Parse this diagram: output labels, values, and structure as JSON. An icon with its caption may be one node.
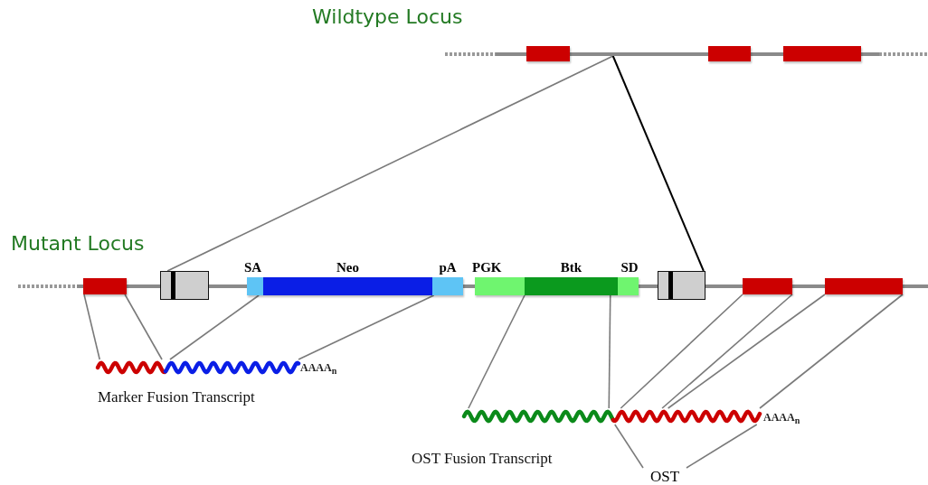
{
  "diagram": {
    "nodes": [
      {
        "text": [],
        "shape": "bar"
      },
      {
        "text": [],
        "shape": "box"
      },
      {
        "text": [],
        "shape": "box"
      },
      {
        "text": [],
        "shape": "box"
      },
      {
        "text": [],
        "shape": "box"
      },
      {
        "text": [],
        "shape": "box"
      },
      {
        "text": [
          "SA"
        ]
      },
      {
        "text": [
          "Neo"
        ]
      },
      {
        "text": [
          "pA"
        ]
      },
      {
        "text": [
          "PGK"
        ]
      },
      {
        "text": [
          "Btk"
        ]
      },
      {
        "text": [
          "SD"
        ]
      },
      {
        "text": [],
        "shape": "box"
      },
      {
        "text": [],
        "shape": "box"
      },
      {
        "text": [],
        "shape": "box"
      },
      {
        "text": [],
        "shape": "wave",
        "beside": [
          "AAAA$_{n}$",
          "Marker Fusion Transcript"
        ]
      },
      {
        "text": [],
        "shape": "wave",
        "beside": [
          "AAAA$_{n}$",
          "OST Fusion Transcript"
        ]
      },
      {
        "text": [
          "OST"
        ]
      }
    ],
    "edges": [
      {
        "from": 0,
        "to": 5,
        "arrow": "none"
      },
      {
        "from": 0,
        "to": 12,
        "arrow": "none",
        "color": "#000000"
      },
      {
        "from": 4,
        "to": 15,
        "arrow": "none"
      },
      {
        "from": 4,
        "to": 15,
        "arrow": "none"
      },
      {
        "from": 6,
        "to": 15,
        "arrow": "none"
      },
      {
        "from": 8,
        "to": 15,
        "arrow": "none"
      },
      {
        "from": 9,
        "to": 16,
        "arrow": "none"
      },
      {
        "from": 10,
        "to": 16,
        "arrow": "none"
      },
      {
        "from": 13,
        "to": 16,
        "arrow": "none"
      },
      {
        "from": 13,
        "to": 16,
        "arrow": "none"
      },
      {
        "from": 14,
        "to": 16,
        "arrow": "none"
      },
      {
        "from": 14,
        "to": 16,
        "arrow": "none"
      },
      {
        "from": 17,
        "to": 16,
        "arrow": "none"
      },
      {
        "from": 17,
        "to": 16,
        "arrow": "none"
      }
    ],
    "labels": [
      "Wildtype Locus",
      "Mutant Locus"
    ]
  }
}
